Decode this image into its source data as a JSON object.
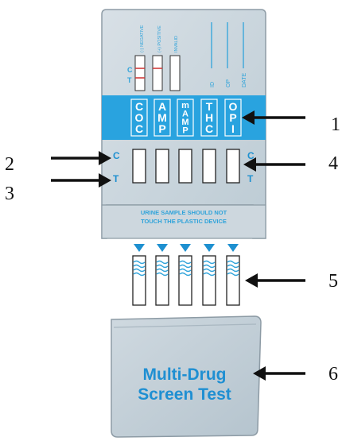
{
  "legend": {
    "negative": "(-) NEGATIVE",
    "positive": "(+) POSITIVE",
    "invalid": "INVALID",
    "c": "C",
    "t": "T"
  },
  "fields": {
    "id": "ID",
    "op": "OP",
    "date": "DATE"
  },
  "drugs": [
    {
      "code": [
        "C",
        "O",
        "C"
      ]
    },
    {
      "code": [
        "A",
        "M",
        "P"
      ]
    },
    {
      "code": [
        "m",
        "A",
        "M",
        "P"
      ]
    },
    {
      "code": [
        "T",
        "H",
        "C"
      ]
    },
    {
      "code": [
        "O",
        "P",
        "I"
      ]
    }
  ],
  "window_labels": {
    "c": "C",
    "t": "T"
  },
  "warning": {
    "line1": "URINE SAMPLE SHOULD NOT",
    "line2": "TOUCH THE PLASTIC DEVICE"
  },
  "cap": {
    "line1": "Multi-Drug",
    "line2": "Screen Test"
  },
  "callouts": [
    "1",
    "2",
    "3",
    "4",
    "5",
    "6"
  ],
  "colors": {
    "card": "#c9d4db",
    "band": "#29a3df",
    "accent": "#1e90d0",
    "red": "#d23c3c",
    "cap_text": "#1f8fd2"
  }
}
